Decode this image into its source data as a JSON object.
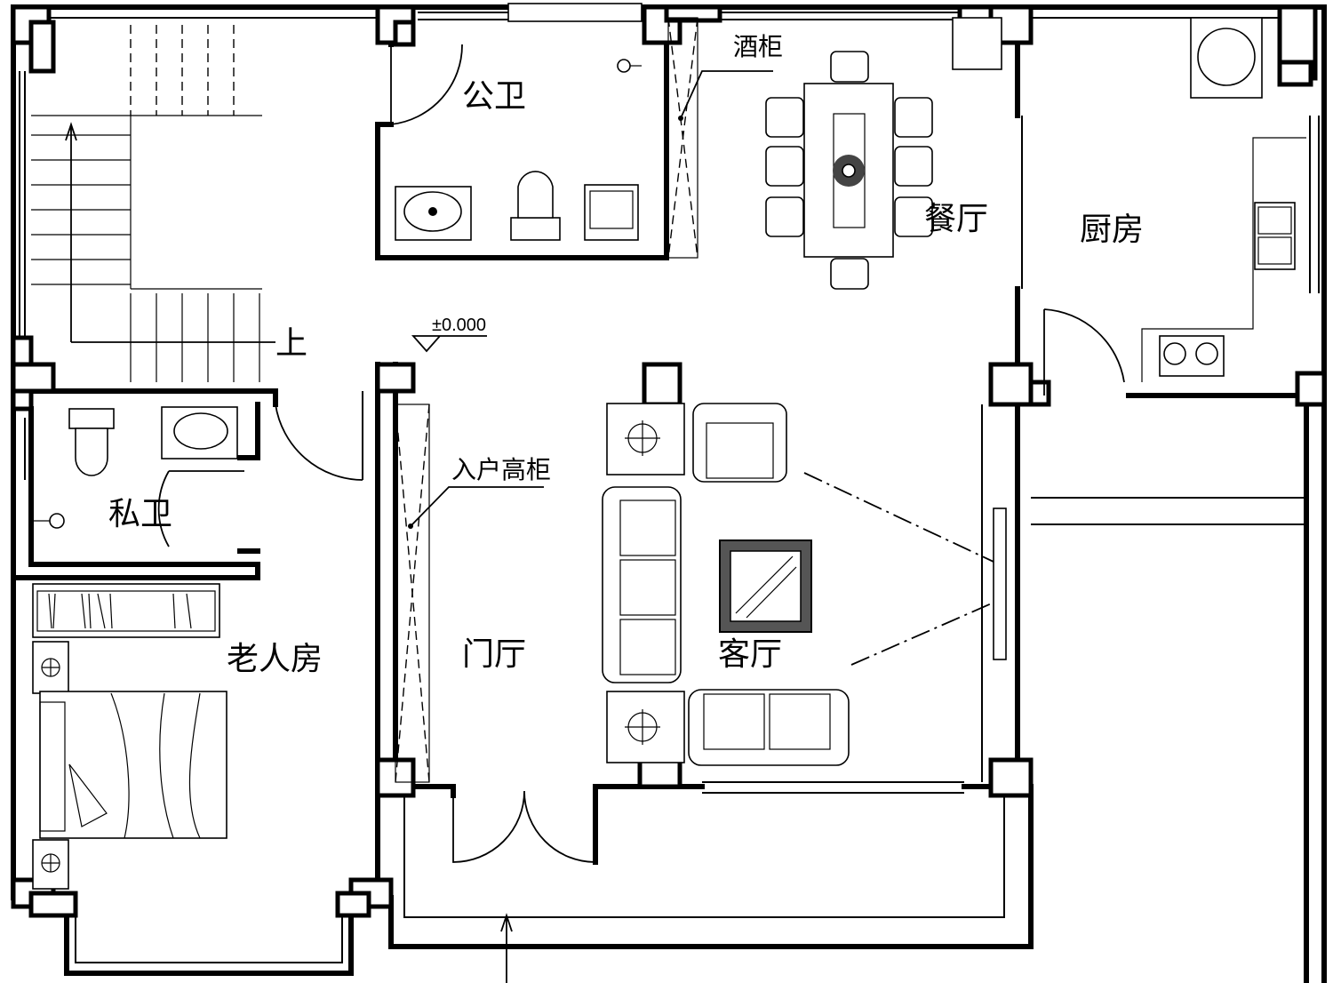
{
  "plan": {
    "rooms": {
      "public_bath": "公卫",
      "wine_cabinet": "酒柜",
      "dining": "餐厅",
      "kitchen": "厨房",
      "stair_up": "上",
      "elevation": "±0.000",
      "entry_cabinet": "入户高柜",
      "private_bath": "私卫",
      "elder_room": "老人房",
      "foyer": "门厅",
      "living": "客厅"
    }
  }
}
